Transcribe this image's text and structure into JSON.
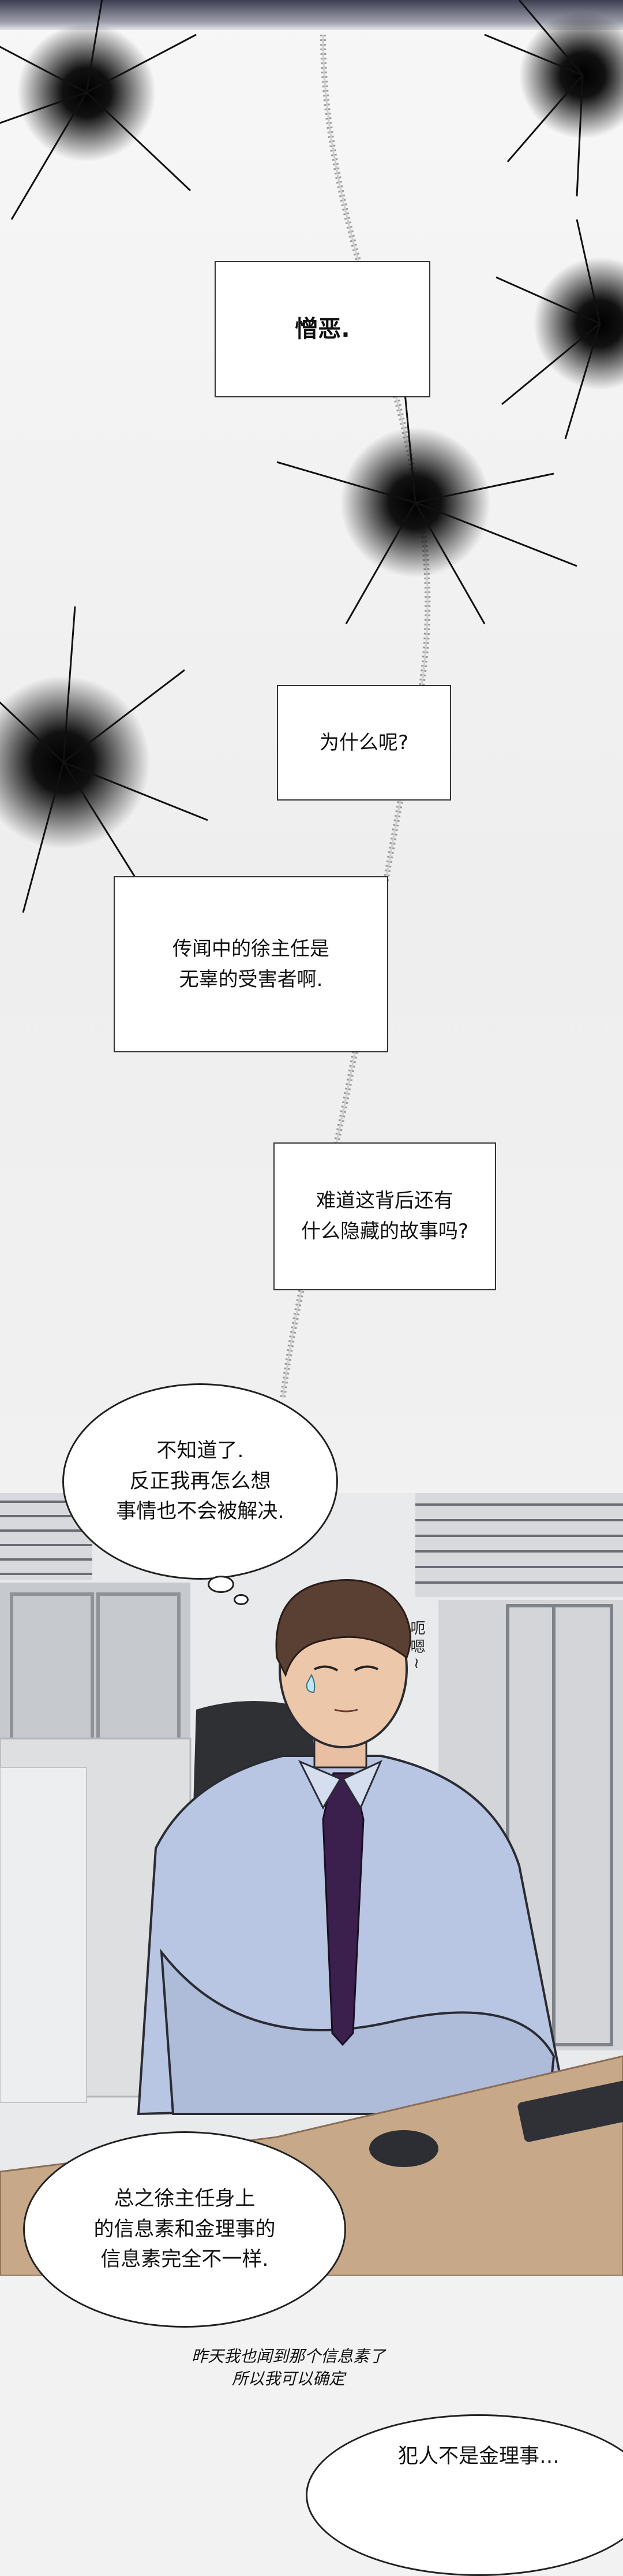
{
  "panel1": {
    "captions": [
      {
        "id": "caption-hatred",
        "text": "憎恶."
      },
      {
        "id": "caption-why",
        "text": "为什么呢?"
      },
      {
        "id": "caption-rumor",
        "text": "传闻中的徐主任是\n无辜的受害者啊."
      },
      {
        "id": "caption-hidden-story",
        "text": "难道这背后还有\n什么隐藏的故事吗?"
      }
    ]
  },
  "panel2": {
    "thought_bubble": "不知道了.\n反正我再怎么想\n事情也不会被解决.",
    "sfx": "呃嗯~",
    "speech_bubble": "总之徐主任身上\n的信息素和金理事的\n信息素完全不一样.",
    "handwritten_note": "昨天我也闻到那个信息素了\n所以我可以确定"
  },
  "panel3": {
    "speech_bubble": "犯人不是金理事…"
  },
  "colors": {
    "tie": "#3b1f4d",
    "shirt": "#b9c6e3",
    "hair": "#5a3f33",
    "desk": "#c7a98a"
  }
}
